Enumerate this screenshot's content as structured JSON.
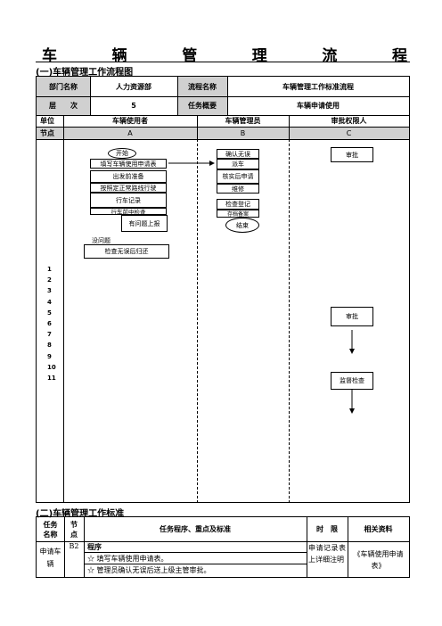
{
  "title_chars": [
    "车",
    "辆",
    "管",
    "理",
    "流",
    "程"
  ],
  "section1_title": "(一)车辆管理工作流程图",
  "header": {
    "dept_label": "部门名称",
    "dept_value": "人力资源部",
    "flow_label": "流程名称",
    "flow_value": "车辆管理工作标准流程",
    "level_label": "层　　次",
    "level_value": "5",
    "task_label": "任务概要",
    "task_value": "车辆申请使用"
  },
  "columns": {
    "unit_label": "单位",
    "node_label": "节点",
    "units": [
      "车辆使用者",
      "车辆管理员",
      "审批权限人"
    ],
    "nodes": [
      "A",
      "B",
      "C"
    ]
  },
  "row_numbers": [
    "1",
    "2",
    "3",
    "4",
    "5",
    "6",
    "7",
    "8",
    "9",
    "10",
    "11"
  ],
  "flow": {
    "a_start": "开始",
    "a1": "填写车辆使用申请表",
    "a2": "出发前准备",
    "a3": "按照定正常路线行驶",
    "a4": "行车记录",
    "a5": "行车前中检查",
    "a6": "有问题上报",
    "a7": "没问题",
    "a8": "检查无误后归还",
    "b1": "确认无误",
    "b2": "派车",
    "b3": "核实后申请",
    "b4": "维修",
    "b5": "检查登记",
    "b6": "存档备案",
    "b_end": "结束",
    "c1": "审批",
    "c2": "审批",
    "c3": "监督检查"
  },
  "section2_title": "(二)车辆管理工作标准",
  "standard": {
    "headers": [
      "任务名称",
      "节点",
      "任务程序、重点及标准",
      "时　限",
      "相关资料"
    ],
    "task": "申请车辆",
    "node": "B2",
    "program_label": "程序",
    "steps": [
      "☆  填写车辆使用申请表。",
      "☆  管理员确认无误后送上级主管审批。"
    ],
    "time_limit": "申请记录表上详细注明",
    "material": "《车辆使用申请表》"
  }
}
